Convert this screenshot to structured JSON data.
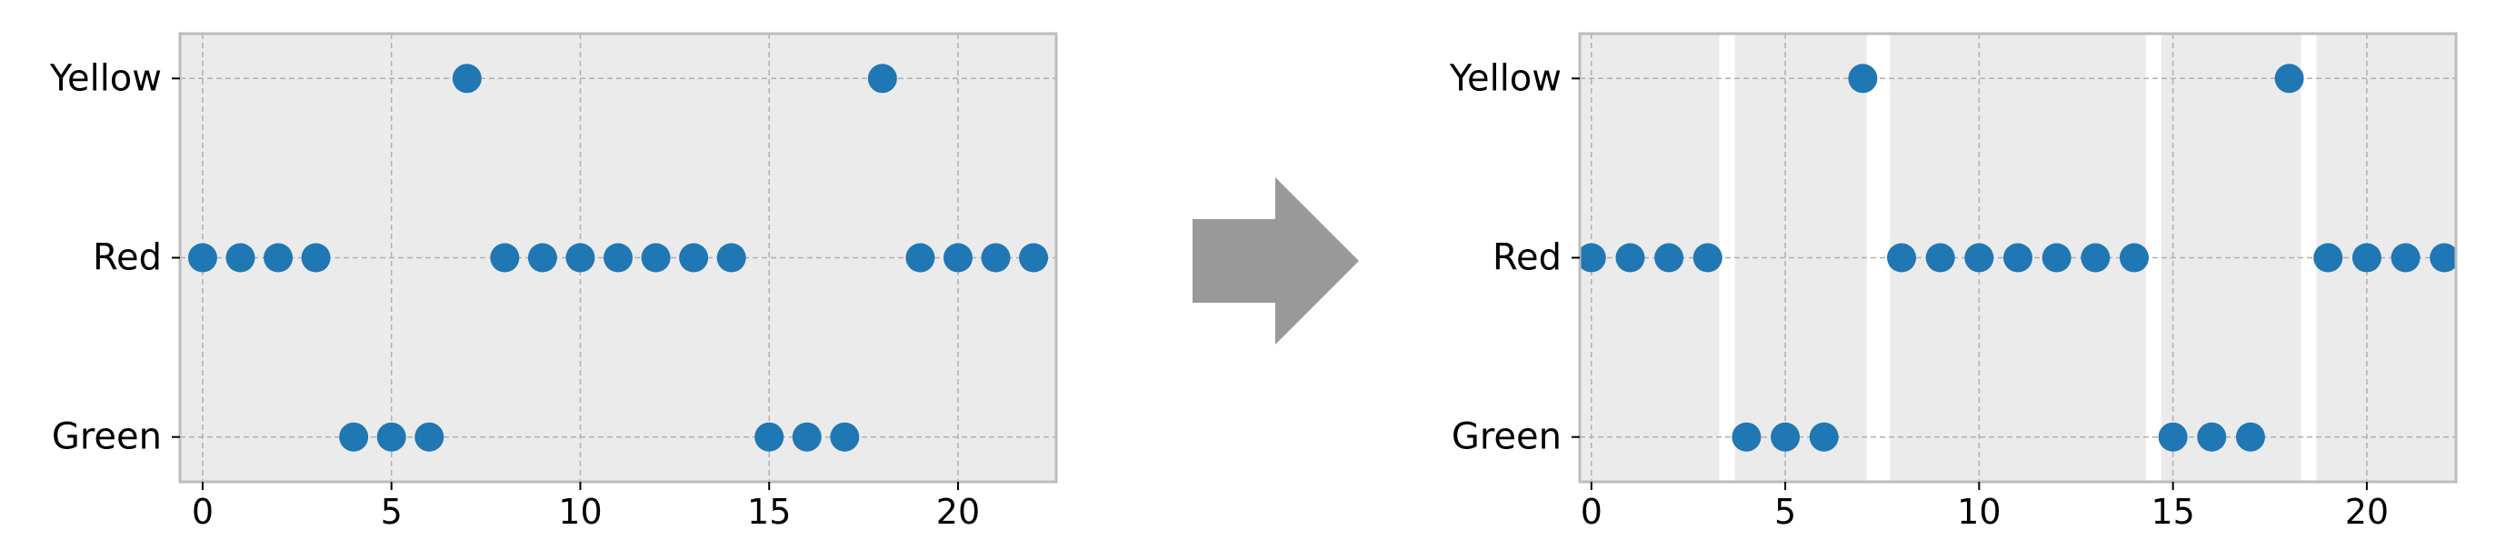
{
  "chart_data": [
    {
      "type": "scatter",
      "categories": [
        "Green",
        "Red",
        "Yellow"
      ],
      "x": [
        0,
        1,
        2,
        3,
        4,
        5,
        6,
        7,
        8,
        9,
        10,
        11,
        12,
        13,
        14,
        15,
        16,
        17,
        18,
        19,
        20,
        21,
        22
      ],
      "y": [
        "Red",
        "Red",
        "Red",
        "Red",
        "Green",
        "Green",
        "Green",
        "Yellow",
        "Red",
        "Red",
        "Red",
        "Red",
        "Red",
        "Red",
        "Red",
        "Green",
        "Green",
        "Green",
        "Yellow",
        "Red",
        "Red",
        "Red",
        "Red"
      ],
      "xticks": [
        0,
        5,
        10,
        15,
        20
      ],
      "xlim": [
        -0.6,
        22.6
      ],
      "grid": true,
      "colors": {
        "marker": "#1f77b4",
        "background": "#ebebeb",
        "grid": "#b0b0b0",
        "frame": "#bcbcbc"
      },
      "title": "",
      "xlabel": "",
      "ylabel": ""
    },
    {
      "type": "scatter",
      "categories": [
        "Green",
        "Red",
        "Yellow"
      ],
      "x": [
        0,
        1,
        2,
        3,
        4,
        5,
        6,
        7,
        8,
        9,
        10,
        11,
        12,
        13,
        14,
        15,
        16,
        17,
        18,
        19,
        20,
        21,
        22
      ],
      "y": [
        "Red",
        "Red",
        "Red",
        "Red",
        "Green",
        "Green",
        "Green",
        "Yellow",
        "Red",
        "Red",
        "Red",
        "Red",
        "Red",
        "Red",
        "Red",
        "Green",
        "Green",
        "Green",
        "Yellow",
        "Red",
        "Red",
        "Red",
        "Red"
      ],
      "xticks": [
        0,
        5,
        10,
        15,
        20
      ],
      "xlim": [
        -0.3,
        22.3
      ],
      "shaded_spans": [
        [
          -0.3,
          3.3
        ],
        [
          3.7,
          7.1
        ],
        [
          7.7,
          14.3
        ],
        [
          14.7,
          18.3
        ],
        [
          18.7,
          22.3
        ]
      ],
      "grid": true,
      "colors": {
        "marker": "#1f77b4",
        "background": "#ffffff",
        "span": "#ebebeb",
        "grid": "#b0b0b0",
        "frame": "#bcbcbc"
      },
      "title": "",
      "xlabel": "",
      "ylabel": ""
    }
  ],
  "arrow": {
    "icon": "right-arrow-icon",
    "color": "#999999"
  }
}
